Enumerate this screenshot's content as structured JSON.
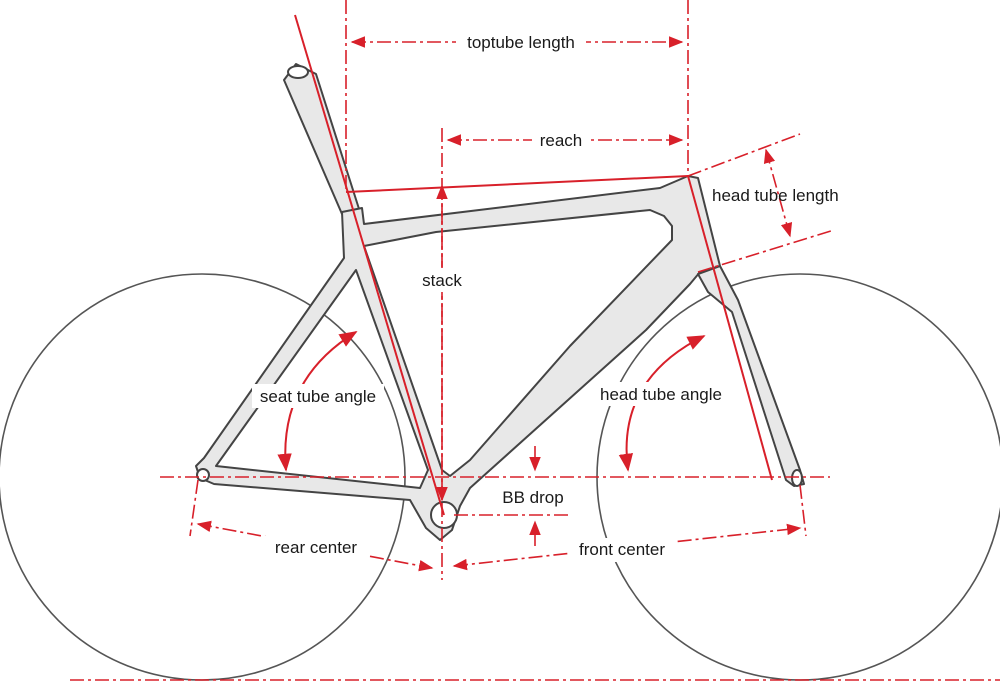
{
  "labels": {
    "toptube_length": "toptube length",
    "reach": "reach",
    "head_tube_length": "head tube length",
    "stack": "stack",
    "seat_tube_angle": "seat tube angle",
    "head_tube_angle": "head tube angle",
    "bb_drop": "BB drop",
    "rear_center": "rear center",
    "front_center": "front center"
  },
  "colors": {
    "dimension_lines": "#d8202a",
    "frame_fill": "#e8e8e8",
    "frame_stroke": "#444444",
    "wheel_stroke": "#555555"
  }
}
